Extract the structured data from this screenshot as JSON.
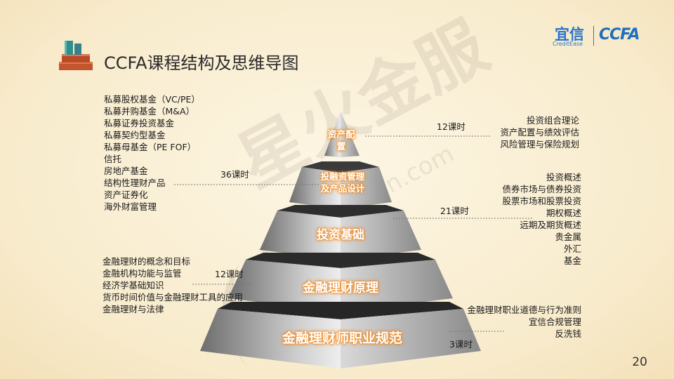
{
  "header": {
    "title": "CCFA课程结构及思维导图",
    "brand_cn": "宜信",
    "brand_en": "CreditEase",
    "brand_ccfa": "CCFA"
  },
  "watermark": {
    "main": "星火金服",
    "url": "xinghuo.yixin.com"
  },
  "pyramid": {
    "tiers": [
      {
        "label": "资产配置",
        "hours": "12课时",
        "topics": [
          "投资组合理论",
          "资产配置与绩效评估",
          "风险管理与保险规划"
        ]
      },
      {
        "label": "投融资管理及产品设计",
        "hours": "36课时",
        "topics": [
          "私募股权基金（VC/PE）",
          "私募并购基金（M&A）",
          "私募证券投资基金",
          "私募契约型基金",
          "私募母基金（PE FOF）",
          "信托",
          "房地产基金",
          "结构性理财产品",
          "资产证券化",
          "海外财富管理"
        ]
      },
      {
        "label": "投资基础",
        "hours": "21课时",
        "topics": [
          "投资概述",
          "债券市场与债券投资",
          "股票市场和股票投资",
          "期权概述",
          "远期及期货概述",
          "贵金属",
          "外汇",
          "基金"
        ]
      },
      {
        "label": "金融理财原理",
        "hours": "12课时",
        "topics": [
          "金融理财的概念和目标",
          "金融机构功能与监管",
          "经济学基础知识",
          "货币时间价值与金融理财工具的应用",
          "金融理财与法律"
        ]
      },
      {
        "label": "金融理财师职业规范",
        "hours": "3课时",
        "topics": [
          "金融理财职业道德与行为准则",
          "宜信合规管理",
          "反洗钱"
        ]
      }
    ]
  },
  "page_number": "20",
  "colors": {
    "brand_blue": "#2b74c9",
    "label_glow": "#f08c1e",
    "icon_teal": "#2f8f8a",
    "icon_rust": "#c0552e"
  },
  "icons": {
    "title_icon": "books-icon",
    "watermark_icon": "flame-swoosh-icon"
  }
}
